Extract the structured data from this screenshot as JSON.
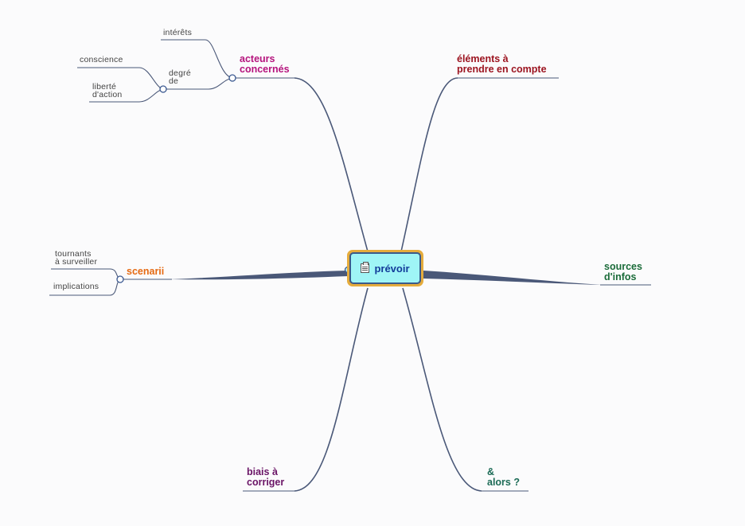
{
  "root": {
    "label": "prévoir",
    "icon": "note-icon"
  },
  "branches": {
    "acteurs": {
      "label": "acteurs\nconcernés",
      "color": "#b5137d",
      "children": {
        "interets": "intérêts",
        "degre": {
          "label": "degré\nde",
          "children": {
            "conscience": "conscience",
            "liberte": "liberté\nd'action"
          }
        }
      }
    },
    "elements": {
      "label": "éléments à\nprendre en compte",
      "color": "#9c1420"
    },
    "scenarii": {
      "label": "scenarii",
      "color": "#e56a12",
      "children": {
        "tournants": "tournants\nà surveiller",
        "implications": "implications"
      }
    },
    "sources": {
      "label": "sources\nd'infos",
      "color": "#1b6c3a"
    },
    "biais": {
      "label": "biais à\ncorriger",
      "color": "#6a1466"
    },
    "alors": {
      "label": "&\nalors ?",
      "color": "#1c6b56"
    }
  },
  "colors": {
    "edge": "#4a5878",
    "root_fill": "#9ff5f6",
    "root_border": "#e5ac3d",
    "root_text": "#123c9a"
  }
}
